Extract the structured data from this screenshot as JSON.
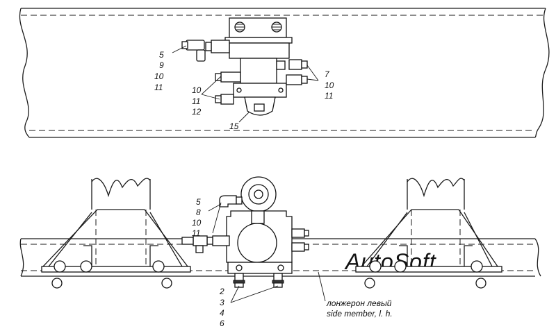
{
  "watermark": "AutoSoft",
  "top_view": {
    "callouts": [
      {
        "id": "top-5",
        "text": "5"
      },
      {
        "id": "top-9",
        "text": "9"
      },
      {
        "id": "top-10a",
        "text": "10"
      },
      {
        "id": "top-11a",
        "text": "11"
      },
      {
        "id": "top-10b",
        "text": "10"
      },
      {
        "id": "top-11b",
        "text": "11"
      },
      {
        "id": "top-12",
        "text": "12"
      },
      {
        "id": "top-15",
        "text": "15"
      },
      {
        "id": "top-7",
        "text": "7"
      },
      {
        "id": "top-10c",
        "text": "10"
      },
      {
        "id": "top-11c",
        "text": "11"
      }
    ]
  },
  "side_view": {
    "callouts": [
      {
        "id": "side-5",
        "text": "5"
      },
      {
        "id": "side-8",
        "text": "8"
      },
      {
        "id": "side-10",
        "text": "10"
      },
      {
        "id": "side-11",
        "text": "11"
      },
      {
        "id": "side-2",
        "text": "2"
      },
      {
        "id": "side-3",
        "text": "3"
      },
      {
        "id": "side-4",
        "text": "4"
      },
      {
        "id": "side-6",
        "text": "6"
      }
    ],
    "caption_ru": "лонжерон левый",
    "caption_en": "side member, l. h."
  }
}
